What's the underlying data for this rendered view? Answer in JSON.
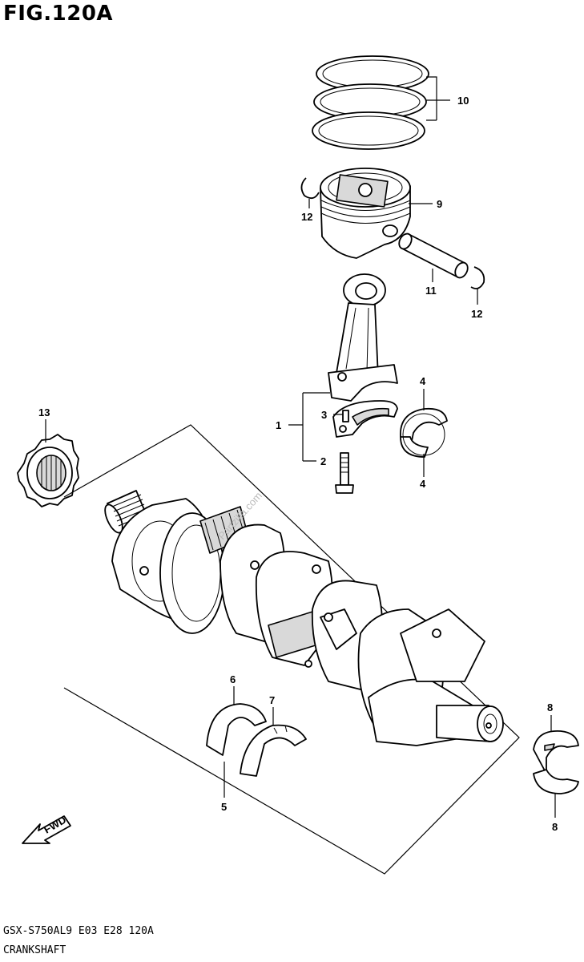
{
  "figure": {
    "title": "FIG.120A",
    "model_code": "GSX-S750AL9  E03  E28  120A",
    "section_name": "CRANKSHAFT",
    "watermark": "Partzilla.com"
  },
  "callouts": {
    "c1": "1",
    "c2": "2",
    "c3": "3",
    "c4a": "4",
    "c4b": "4",
    "c5": "5",
    "c6": "6",
    "c7": "7",
    "c8a": "8",
    "c8b": "8",
    "c9": "9",
    "c10": "10",
    "c11": "11",
    "c12a": "12",
    "c12b": "12",
    "c13": "13"
  },
  "direction_marker": "FWD"
}
